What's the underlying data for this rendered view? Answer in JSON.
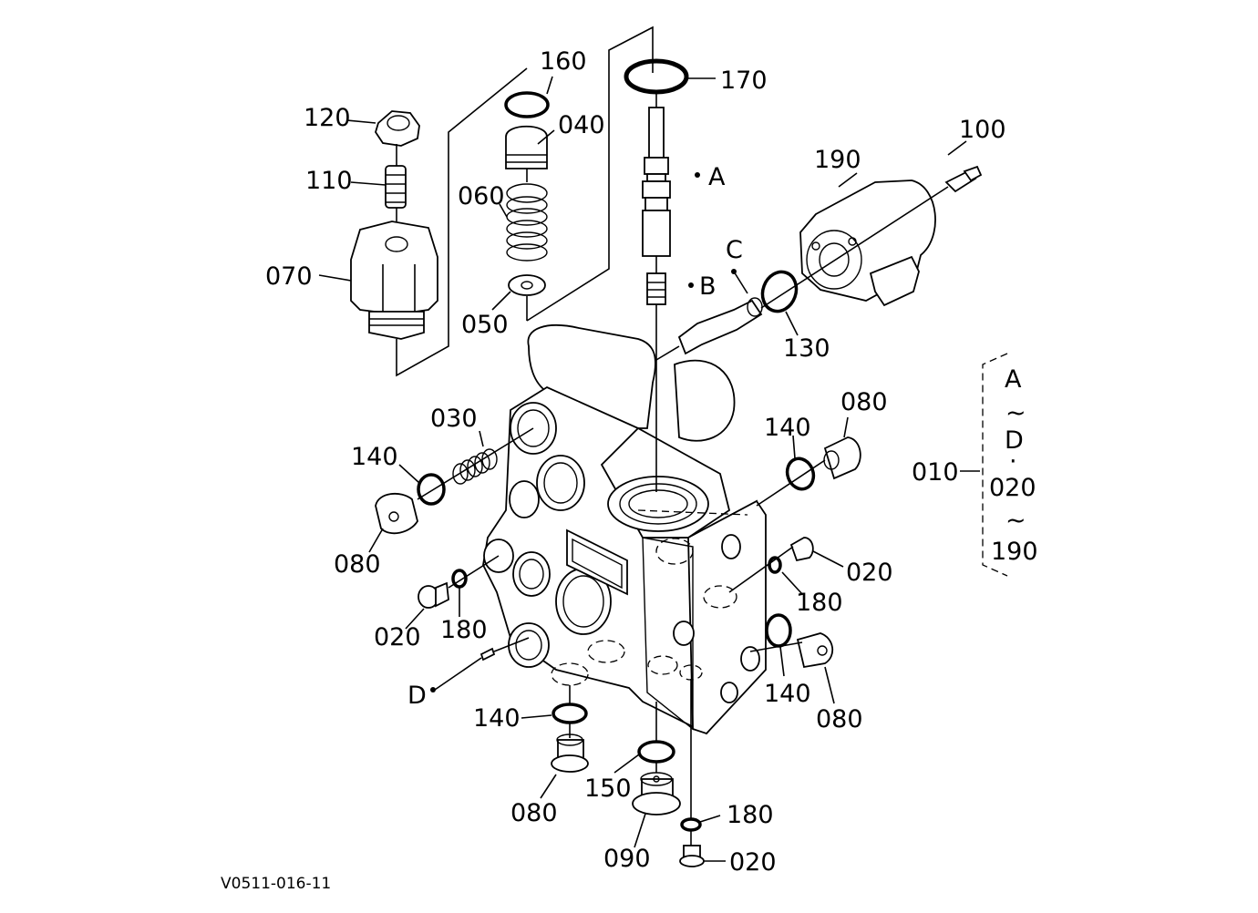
{
  "drawing_code": "V0511-016-11",
  "labels": {
    "p010": "010",
    "p020a": "020",
    "p020b": "020",
    "p020c": "020",
    "p030": "030",
    "p040": "040",
    "p050": "050",
    "p060": "060",
    "p070": "070",
    "p080a": "080",
    "p080b": "080",
    "p080c": "080",
    "p080d": "080",
    "p090": "090",
    "p100": "100",
    "p110": "110",
    "p120": "120",
    "p130": "130",
    "p140a": "140",
    "p140b": "140",
    "p140c": "140",
    "p140d": "140",
    "p150": "150",
    "p160": "160",
    "p170": "170",
    "p180a": "180",
    "p180b": "180",
    "p180c": "180",
    "p190": "190",
    "refA": "A",
    "refB": "B",
    "refC": "C",
    "refD": "D"
  },
  "legend": {
    "top": "A",
    "tilde1": "~",
    "mid": "D",
    "dot": "·",
    "from": "020",
    "tilde2": "~",
    "to": "190"
  }
}
